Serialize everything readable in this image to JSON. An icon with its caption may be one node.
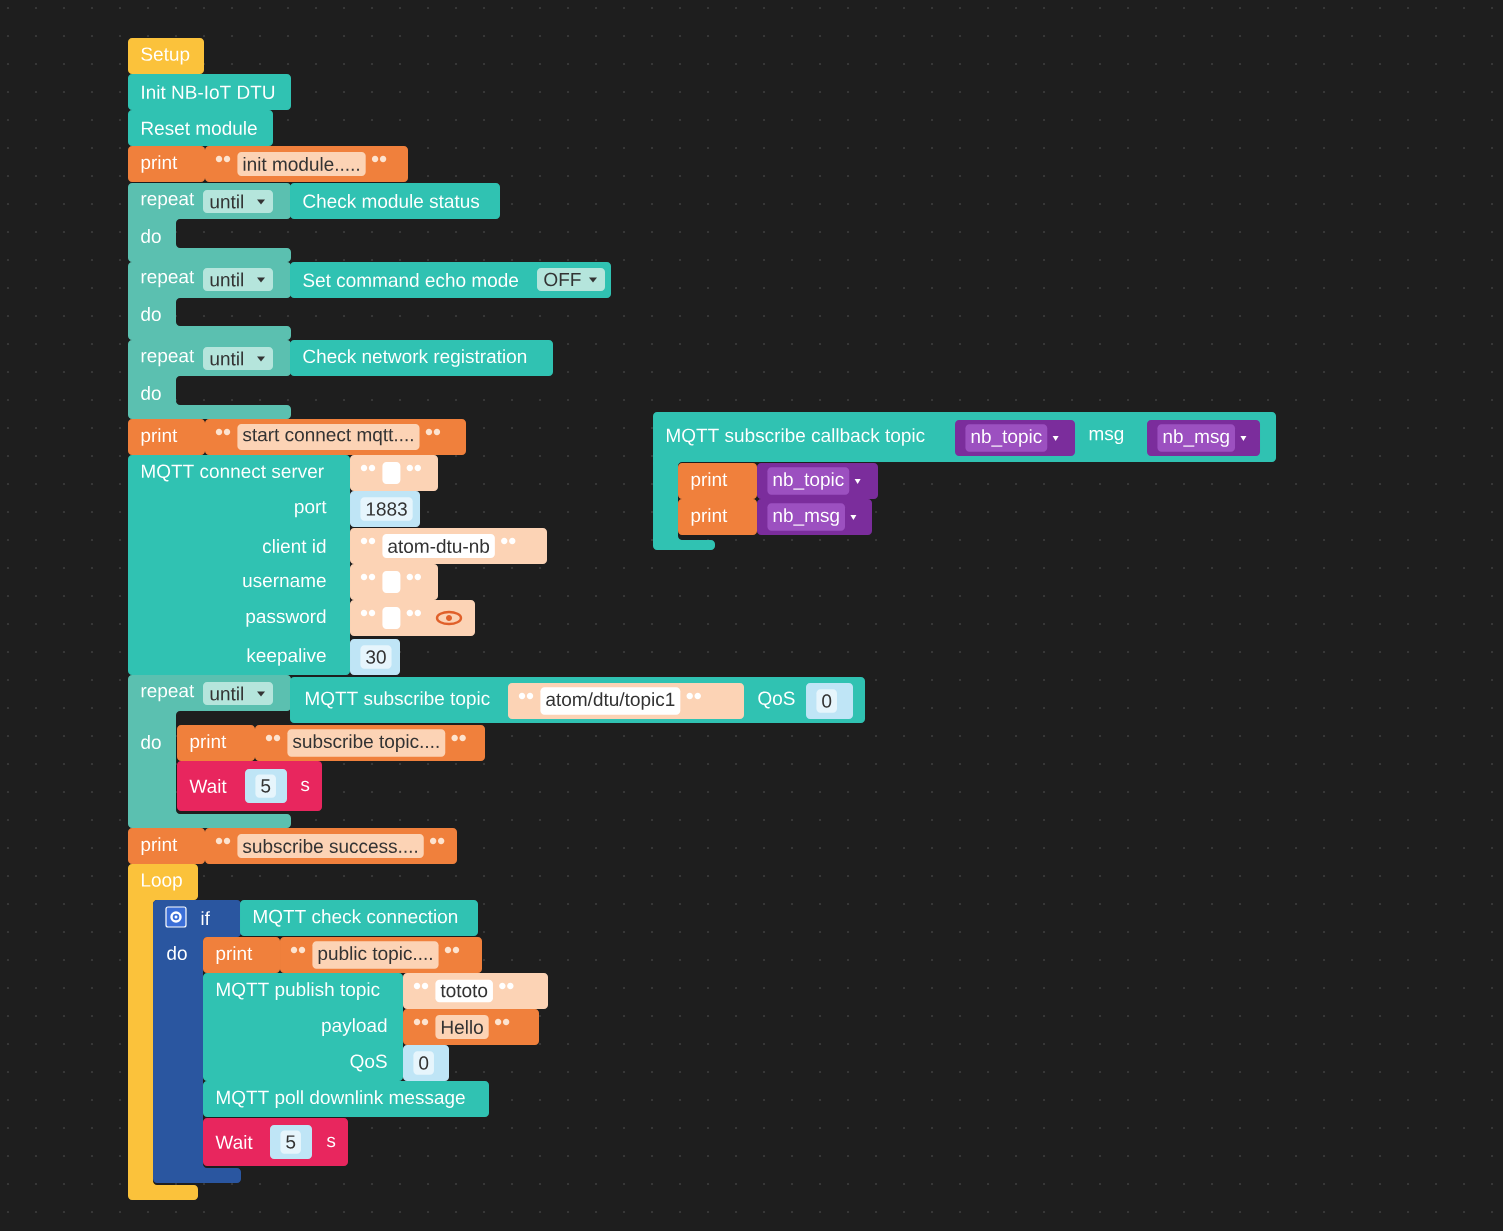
{
  "diagram": {
    "nodes": [
      {
        "text": [
          "Setup"
        ]
      },
      {
        "text": [
          "Init NB-IoT DTU"
        ]
      },
      {
        "text": [
          "Reset module"
        ]
      },
      {
        "text": [
          "print"
        ]
      },
      {
        "text": [
          "init module....."
        ]
      },
      {
        "text": [
          "repeat",
          "do"
        ]
      },
      {
        "text": [
          "until"
        ],
        "in": 5
      },
      {
        "text": [
          "Check module status"
        ]
      },
      {
        "text": [
          "repeat",
          "do"
        ]
      },
      {
        "text": [
          "until"
        ],
        "in": 8
      },
      {
        "text": [
          "Set command echo mode"
        ]
      },
      {
        "text": [
          "OFF"
        ],
        "in": 10
      },
      {
        "text": [
          "repeat",
          "do"
        ]
      },
      {
        "text": [
          "until"
        ],
        "in": 12
      },
      {
        "text": [
          "Check network registration"
        ]
      },
      {
        "text": [
          "print"
        ]
      },
      {
        "text": [
          "start connect mqtt...."
        ]
      },
      {
        "text": [
          "MQTT connect server",
          "port",
          "client id",
          "username",
          "password",
          "keepalive"
        ]
      },
      {
        "text": [],
        "shape": "box"
      },
      {
        "text": [
          "1883"
        ]
      },
      {
        "text": [
          "atom-dtu-nb"
        ]
      },
      {
        "text": [],
        "shape": "box"
      },
      {
        "text": [],
        "shape": "box"
      },
      {
        "text": [
          "30"
        ]
      },
      {
        "text": [
          "repeat",
          "do"
        ]
      },
      {
        "text": [
          "until"
        ],
        "in": 24
      },
      {
        "text": [
          "MQTT subscribe topic",
          "QoS"
        ]
      },
      {
        "text": [
          "atom/dtu/topic1"
        ],
        "in": 26
      },
      {
        "text": [
          "0"
        ],
        "in": 26
      },
      {
        "text": [
          "print"
        ]
      },
      {
        "text": [
          "subscribe topic...."
        ]
      },
      {
        "text": [
          "Wait",
          "s"
        ]
      },
      {
        "text": [
          "5"
        ],
        "in": 31
      },
      {
        "text": [
          "print"
        ]
      },
      {
        "text": [
          "subscribe success...."
        ]
      },
      {
        "text": [
          "Loop"
        ]
      },
      {
        "text": [
          "if",
          "do"
        ]
      },
      {
        "text": [
          "MQTT check connection"
        ]
      },
      {
        "text": [
          "print"
        ]
      },
      {
        "text": [
          "public topic...."
        ]
      },
      {
        "text": [
          "MQTT publish topic",
          "payload",
          "QoS"
        ]
      },
      {
        "text": [
          "tototo"
        ]
      },
      {
        "text": [
          "Hello"
        ]
      },
      {
        "text": [
          "0"
        ]
      },
      {
        "text": [
          "MQTT poll downlink message"
        ]
      },
      {
        "text": [
          "Wait",
          "s"
        ]
      },
      {
        "text": [
          "5"
        ],
        "in": 45
      },
      {
        "text": [
          "MQTT subscribe callback topic",
          "msg"
        ]
      },
      {
        "text": [
          "nb_topic"
        ],
        "in": 47
      },
      {
        "text": [
          "nb_msg"
        ],
        "in": 47
      },
      {
        "text": [
          "print"
        ],
        "in": 47
      },
      {
        "text": [
          "nb_topic"
        ],
        "in": 47
      },
      {
        "text": [
          "print"
        ],
        "in": 47
      },
      {
        "text": [
          "nb_msg"
        ],
        "in": 47
      }
    ]
  }
}
